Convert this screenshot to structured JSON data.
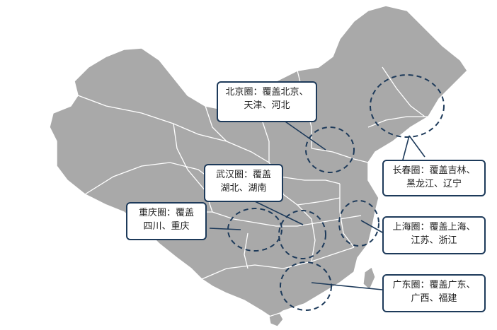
{
  "colors": {
    "land": "#a9a9a9",
    "border": "#ffffff",
    "circle": "#1d3a5a",
    "box_border": "#1d3a5a"
  },
  "regions": {
    "beijing": {
      "line1": "北京圈：覆盖北京、",
      "line2": "天津、河北"
    },
    "changchun": {
      "line1": "长春圈：覆盖吉林、",
      "line2": "黑龙江、辽宁"
    },
    "wuhan": {
      "line1": "武汉圈：覆盖",
      "line2": "湖北、湖南"
    },
    "chongqing": {
      "line1": "重庆圈：覆盖",
      "line2": "四川、重庆"
    },
    "shanghai": {
      "line1": "上海圈：覆盖上海、",
      "line2": "江苏、浙江"
    },
    "guangdong": {
      "line1": "广东圈：覆盖广东、",
      "line2": "广西、福建"
    }
  }
}
